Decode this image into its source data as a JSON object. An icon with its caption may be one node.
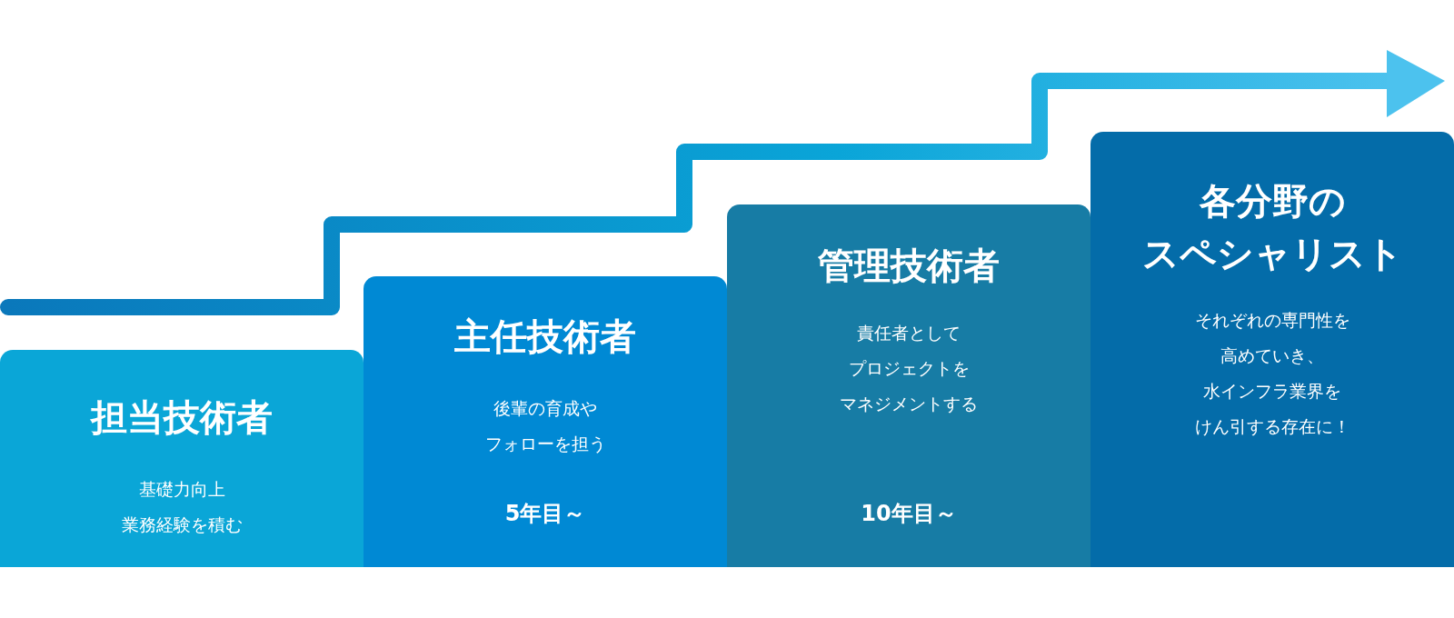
{
  "diagram": {
    "nodes": [
      {
        "text": [
          "担当技術者",
          "基礎力向上業務経験を積む"
        ]
      },
      {
        "text": [
          "主任技術者",
          "後輩の育成やフォローを担う",
          "5年目～"
        ]
      },
      {
        "text": [
          "管理技術者",
          "責任者としてプロジェクトをマネジメントする",
          "10年目～"
        ]
      },
      {
        "text": [
          "各分野のスペシャリスト",
          "それぞれの専門性を高めていき、水インフラ業界をけん引する存在に！"
        ]
      }
    ]
  }
}
